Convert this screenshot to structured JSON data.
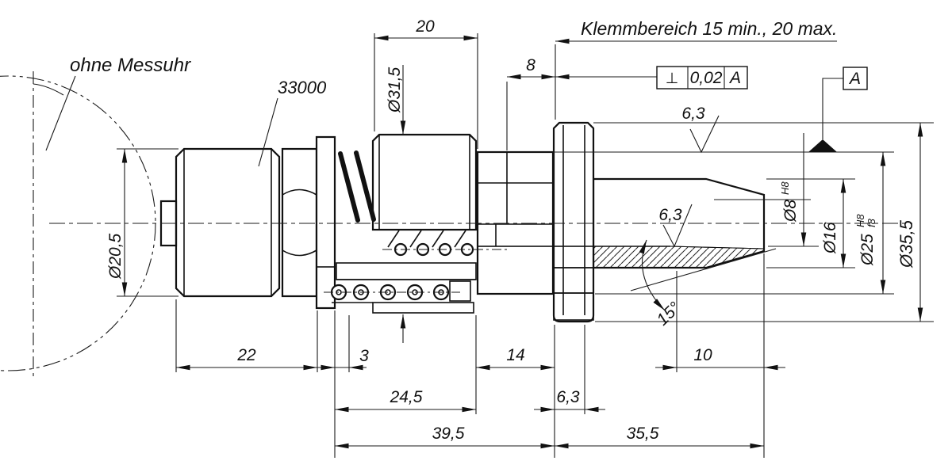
{
  "type": "technical_drawing",
  "annotations": {
    "no_gauge_note": "ohne Messuhr",
    "part_number": "33000",
    "clamping_note": "Klemmbereich 15 min., 20 max."
  },
  "gdt": {
    "frame_symbol": "⊥",
    "frame_tolerance": "0,02",
    "frame_datum": "A",
    "datum_flag": "A"
  },
  "surface_roughness": {
    "upper": "6,3",
    "lower": "6,3"
  },
  "dimensions": {
    "width_20": "20",
    "offset_8": "8",
    "dia_31_5": "Ø31,5",
    "dia_20_5": "Ø20,5",
    "dia_8": "Ø8",
    "dia_8_tol": "H8",
    "dia_16": "Ø16",
    "dia_25": "Ø25",
    "dia_25_tol_upper": "H8",
    "dia_25_tol_lower": "f8",
    "dia_35_5": "Ø35,5",
    "angle_15": "15°",
    "len_22": "22",
    "len_3": "3",
    "len_14": "14",
    "len_10": "10",
    "len_24_5": "24,5",
    "len_6_3": "6,3",
    "len_39_5": "39,5",
    "len_35_5": "35,5"
  }
}
